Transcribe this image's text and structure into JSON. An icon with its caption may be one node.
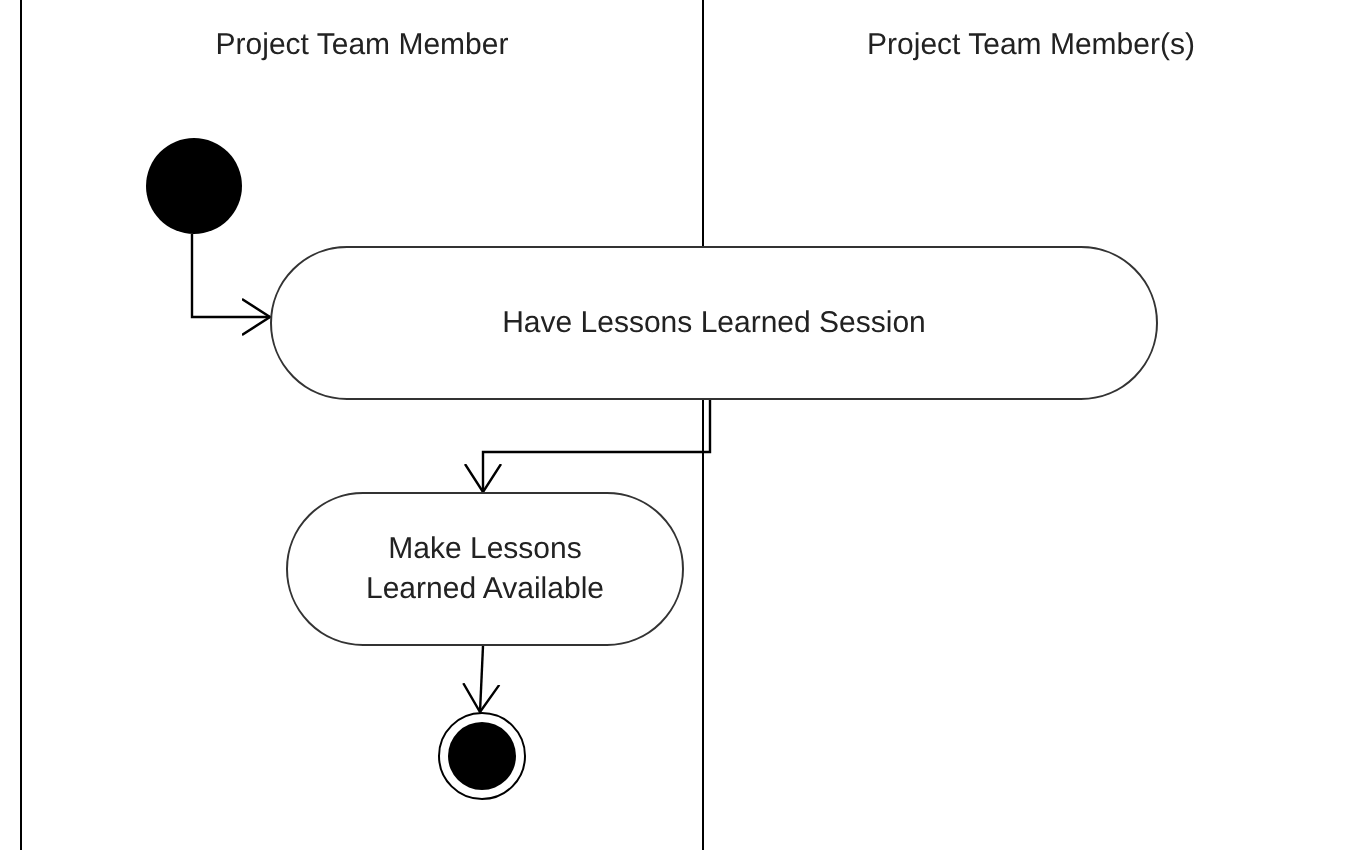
{
  "diagram": {
    "nodes": [
      {
        "text": [
          "Project Team Member"
        ]
      },
      {
        "text": [
          "Project Team Member(s)"
        ]
      },
      {
        "text": [],
        "shape": "circle",
        "in": 0
      },
      {
        "text": [
          "Have Lessons Learned Session"
        ]
      },
      {
        "text": [
          "Make Lessons Learned Available"
        ],
        "in": 0
      },
      {
        "text": [],
        "shape": "circle",
        "in": 0
      }
    ],
    "edges": [
      {
        "from": 2,
        "to": 3,
        "arrow": "to"
      },
      {
        "from": 3,
        "to": 4,
        "arrow": "to"
      },
      {
        "from": 4,
        "to": 5,
        "arrow": "to"
      }
    ]
  }
}
